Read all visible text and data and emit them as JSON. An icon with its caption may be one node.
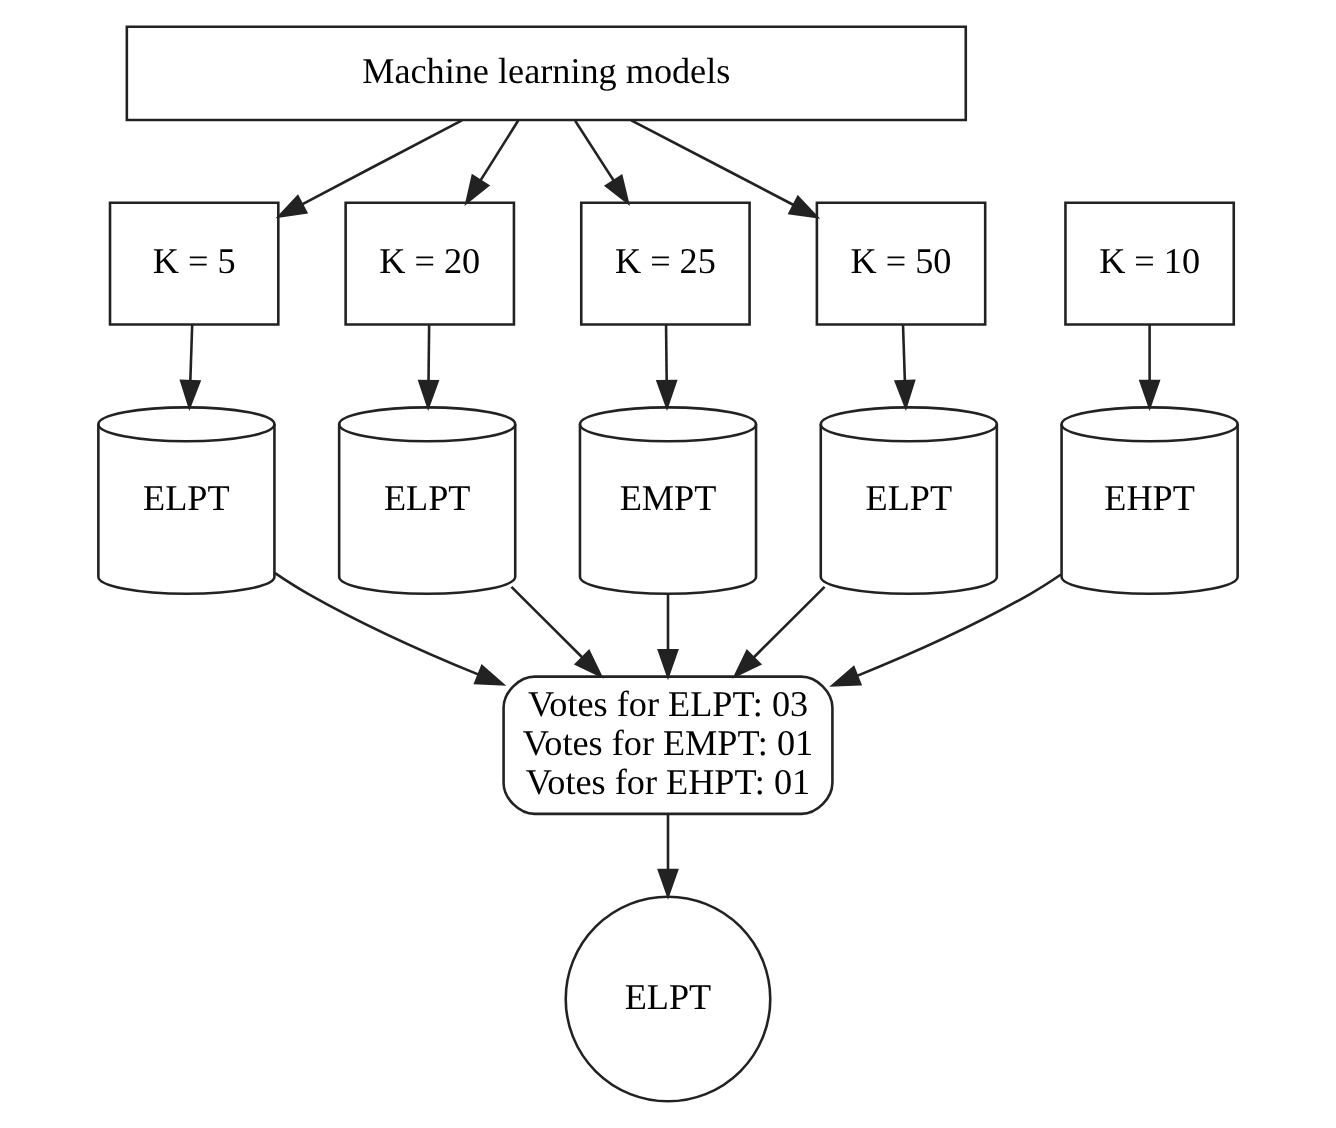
{
  "diagram": {
    "nodes": [
      {
        "text": [
          "Machine learning models"
        ]
      },
      {
        "text": [
          "K = 5"
        ]
      },
      {
        "text": [
          "K = 10"
        ]
      },
      {
        "text": [
          "K = 20"
        ]
      },
      {
        "text": [
          "K = 25"
        ]
      },
      {
        "text": [
          "K = 50"
        ]
      },
      {
        "text": [
          "ELPT"
        ]
      },
      {
        "text": [
          "EHPT"
        ]
      },
      {
        "text": [
          "ELPT"
        ]
      },
      {
        "text": [
          "EMPT"
        ]
      },
      {
        "text": [
          "ELPT"
        ]
      },
      {
        "text": [
          "Votes for ELPT: 03",
          "Votes for EMPT: 01",
          "Votes for EHPT: 01"
        ]
      },
      {
        "text": [
          "ELPT"
        ]
      }
    ],
    "edges": [
      {
        "from": 0,
        "to": 1,
        "arrow": "to"
      },
      {
        "from": 0,
        "to": 3,
        "arrow": "to"
      },
      {
        "from": 0,
        "to": 4,
        "arrow": "to"
      },
      {
        "from": 0,
        "to": 5,
        "arrow": "to"
      },
      {
        "from": 1,
        "to": 6,
        "arrow": "to"
      },
      {
        "from": 2,
        "to": 7,
        "arrow": "to"
      },
      {
        "from": 3,
        "to": 8,
        "arrow": "to"
      },
      {
        "from": 4,
        "to": 9,
        "arrow": "to"
      },
      {
        "from": 5,
        "to": 10,
        "arrow": "to"
      },
      {
        "from": 6,
        "to": 11,
        "arrow": "to"
      },
      {
        "from": 7,
        "to": 11,
        "arrow": "to"
      },
      {
        "from": 8,
        "to": 11,
        "arrow": "to"
      },
      {
        "from": 9,
        "to": 11,
        "arrow": "to"
      },
      {
        "from": 10,
        "to": 11,
        "arrow": "to"
      },
      {
        "from": 11,
        "to": 12,
        "arrow": "to"
      }
    ]
  }
}
